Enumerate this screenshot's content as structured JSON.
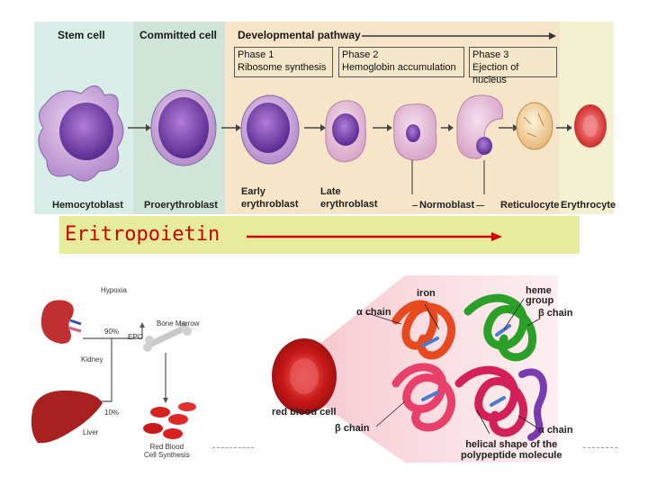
{
  "top_diagram": {
    "headers": {
      "stem_cell": "Stem cell",
      "committed_cell": "Committed cell",
      "developmental_pathway": "Developmental pathway"
    },
    "phases": [
      {
        "title": "Phase 1",
        "desc": "Ribosome synthesis"
      },
      {
        "title": "Phase 2",
        "desc": "Hemoglobin accumulation"
      },
      {
        "title": "Phase 3",
        "desc": "Ejection of nucleus"
      }
    ],
    "cells": {
      "hemocytoblast": "Hemocytoblast",
      "proerythroblast": "Proerythroblast",
      "early_line1": "Early",
      "early_line2": "erythroblast",
      "late_line1": "Late",
      "late_line2": "erythroblast",
      "normoblast": "Normoblast",
      "reticulocyte": "Reticulocyte",
      "erythrocyte": "Erythrocyte"
    },
    "colors": {
      "stem_bg": "#d9eee8",
      "committed_bg": "#cfe5d8",
      "pathway_bg": "#f6e5c8",
      "right_bg": "#f4f0d2"
    }
  },
  "epo_banner": {
    "label": "Eritropoietin",
    "bg_color": "#e6ec9a",
    "arrow_color": "#cc0000"
  },
  "epo_diagram": {
    "hypoxia": "Hypoxia",
    "bone_marrow": "Bone Marrow",
    "percent_90": "90%",
    "epo": "EPO",
    "kidney": "Kidney",
    "percent_10": "10%",
    "liver": "Liver",
    "rbc_line1": "Red Blood",
    "rbc_line2": "Cell Synthesis"
  },
  "hemoglobin_diagram": {
    "iron": "iron",
    "heme_line1": "heme",
    "heme_line2": "group",
    "alpha_chain_left": "α chain",
    "beta_chain_right": "β chain",
    "red_blood_cell": "red blood cell",
    "beta_chain_bottom": "β chain",
    "alpha_chain_bottom": "α chain",
    "helical_line1": "helical shape of the",
    "helical_line2": "polypeptide molecule"
  }
}
